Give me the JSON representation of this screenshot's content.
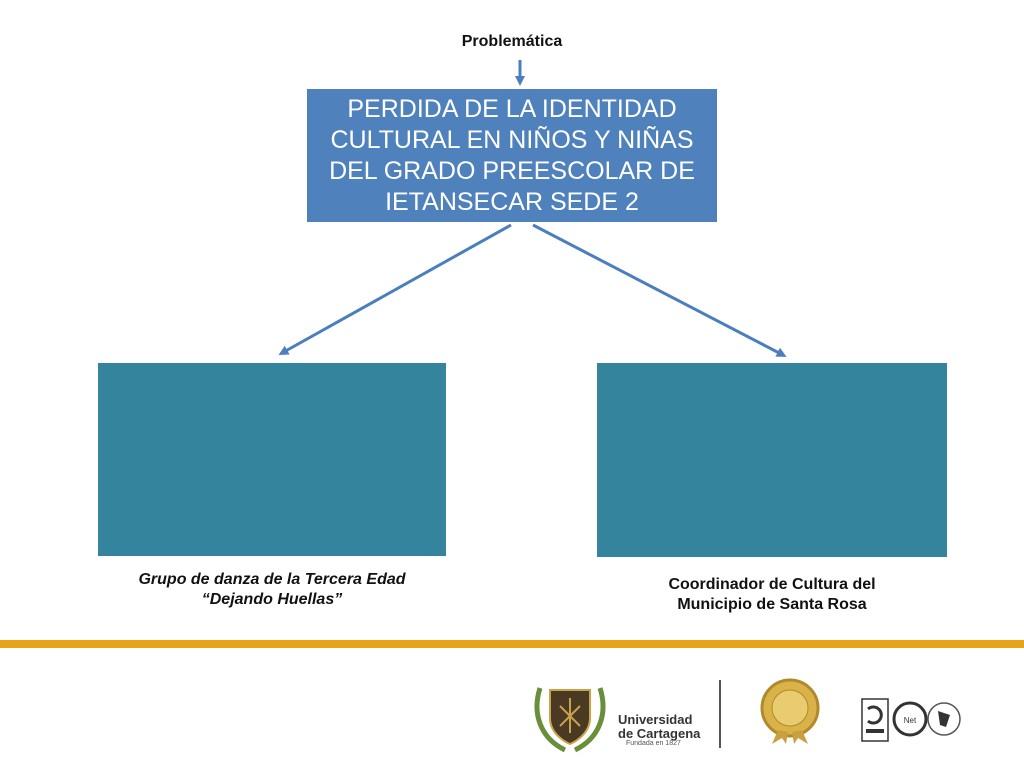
{
  "diagram": {
    "top_label": "Problemática",
    "main_box": "PERDIDA DE LA IDENTIDAD CULTURAL EN NIÑOS Y NIÑAS DEL GRADO PREESCOLAR DE IETANSECAR SEDE 2",
    "left_caption_line1": "Grupo de danza de la Tercera Edad",
    "left_caption_line2": "“Dejando Huellas”",
    "right_caption_line1": "Coordinador de Cultura del",
    "right_caption_line2": "Municipio de Santa Rosa"
  },
  "footer": {
    "university_line1": "Universidad",
    "university_line2": "de Cartagena",
    "university_sub": "Fundada en 1827",
    "cert_label": "Net"
  },
  "colors": {
    "main_box": "#4f81bd",
    "teal_box": "#35849e",
    "band": "#e8a419",
    "arrow": "#4a7ebf"
  }
}
